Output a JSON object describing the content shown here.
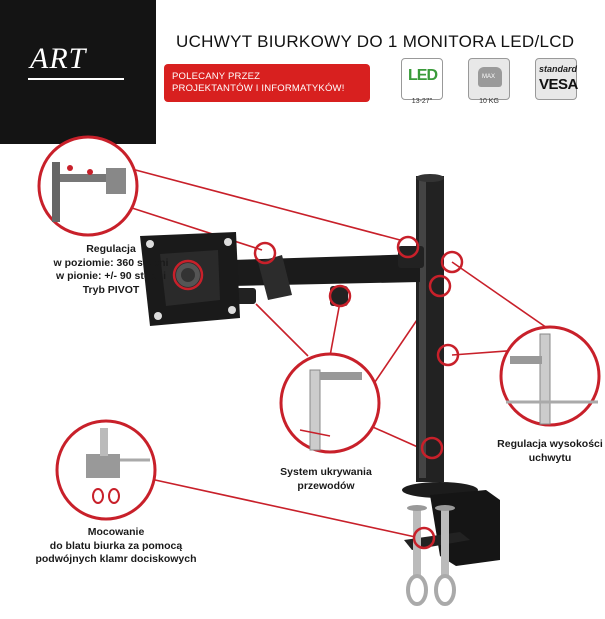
{
  "logo": {
    "text": "ART"
  },
  "title": "UCHWYT BIURKOWY DO 1 MONITORA LED/LCD",
  "banner": {
    "line1": "POLECANY PRZEZ",
    "line2": "PROJEKTANTÓW I INFORMATYKÓW!"
  },
  "badges": [
    {
      "icon": "led-icon",
      "top": "LED",
      "label": "13-27\""
    },
    {
      "icon": "weight-icon",
      "top": "MAX",
      "label": "10 KG"
    },
    {
      "icon": "vesa-icon",
      "top": "standard",
      "label": "VESA"
    }
  ],
  "captions": {
    "rotation": [
      "Regulacja",
      "w poziomie: 360 stopni",
      "w pionie: +/- 90 stopni",
      "Tryb PIVOT"
    ],
    "cable": [
      "System ukrywania",
      "przewodów"
    ],
    "height": [
      "Regulacja wysokości",
      "uchwytu"
    ],
    "mount": [
      "Mocowanie",
      "do blatu biurka za pomocą",
      "podwójnych klamr dociskowych"
    ]
  },
  "colors": {
    "accent": "#d8201f",
    "dark": "#141414",
    "callout": "#c8202a"
  }
}
